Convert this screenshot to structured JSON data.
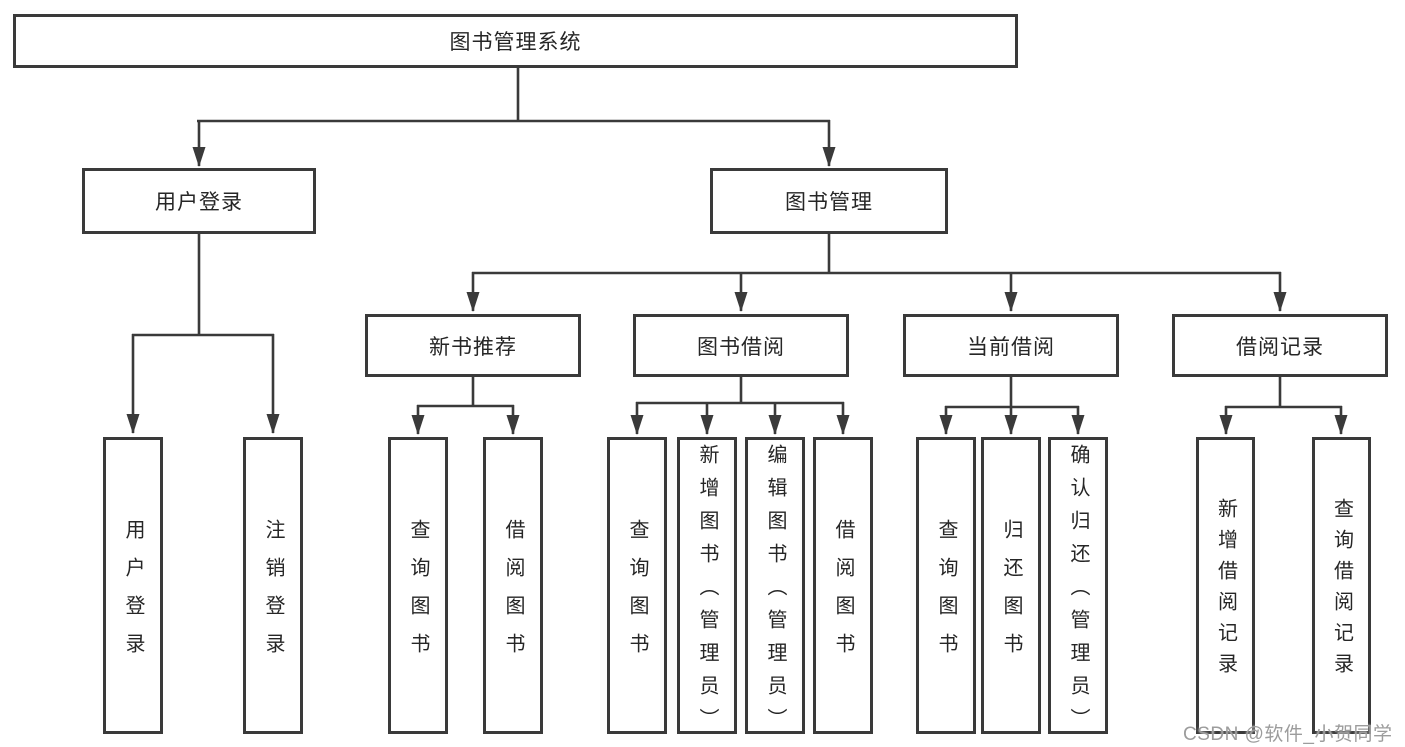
{
  "page": {
    "background": "#ffffff",
    "line_color": "#3a3a3a",
    "text_color": "#262626",
    "watermark_color": "#9c9c9c"
  },
  "watermark": {
    "text": "CSDN @软件_小贺同学"
  },
  "tree": {
    "label": "图书管理系统",
    "children": [
      {
        "label": "用户登录",
        "children": [
          {
            "label": "用户登录"
          },
          {
            "label": "注销登录"
          }
        ]
      },
      {
        "label": "图书管理",
        "children": [
          {
            "label": "新书推荐",
            "children": [
              {
                "label": "查询图书"
              },
              {
                "label": "借阅图书"
              }
            ]
          },
          {
            "label": "图书借阅",
            "children": [
              {
                "label": "查询图书"
              },
              {
                "label": "新增图书（管理员）"
              },
              {
                "label": "编辑图书（管理员）"
              },
              {
                "label": "借阅图书"
              }
            ]
          },
          {
            "label": "当前借阅",
            "children": [
              {
                "label": "查询图书"
              },
              {
                "label": "归还图书"
              },
              {
                "label": "确认归还（管理员）"
              }
            ]
          },
          {
            "label": "借阅记录",
            "children": [
              {
                "label": "新增借阅记录"
              },
              {
                "label": "查询借阅记录"
              }
            ]
          }
        ]
      }
    ]
  }
}
